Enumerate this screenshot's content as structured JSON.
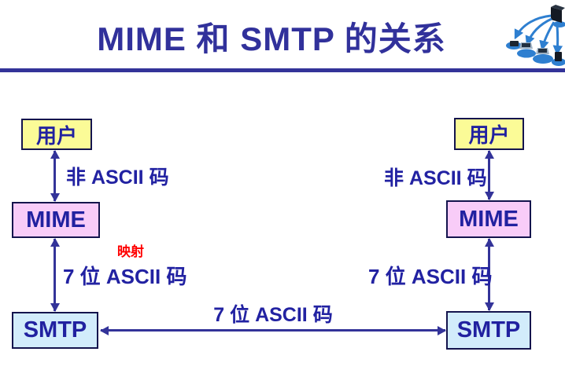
{
  "title": "MIME 和 SMTP 的关系",
  "colors": {
    "title_text": "#31319b",
    "divider": "#333399",
    "arrow": "#333399",
    "label_text": "#2222a2",
    "mapping_text": "#ff0000",
    "user_box_fill": "#fbfb97",
    "mime_box_fill": "#f8ccf8",
    "smtp_box_fill": "#d2ecfb",
    "box_border": "#14144d",
    "logo_blue": "#2e7fd0"
  },
  "icons": {
    "logo": "network-computers-clipart"
  },
  "diagram": {
    "left": {
      "user_label": "用户",
      "mime_label": "MIME",
      "smtp_label": "SMTP",
      "user_mime_arrow_label": "非 ASCII 码",
      "mapping_label": "映射",
      "mime_smtp_arrow_label": "7 位 ASCII 码"
    },
    "right": {
      "user_label": "用户",
      "mime_label": "MIME",
      "smtp_label": "SMTP",
      "user_mime_arrow_label": "非 ASCII 码",
      "mime_smtp_arrow_label": "7 位 ASCII 码"
    },
    "smtp_link_label": "7 位 ASCII 码"
  }
}
